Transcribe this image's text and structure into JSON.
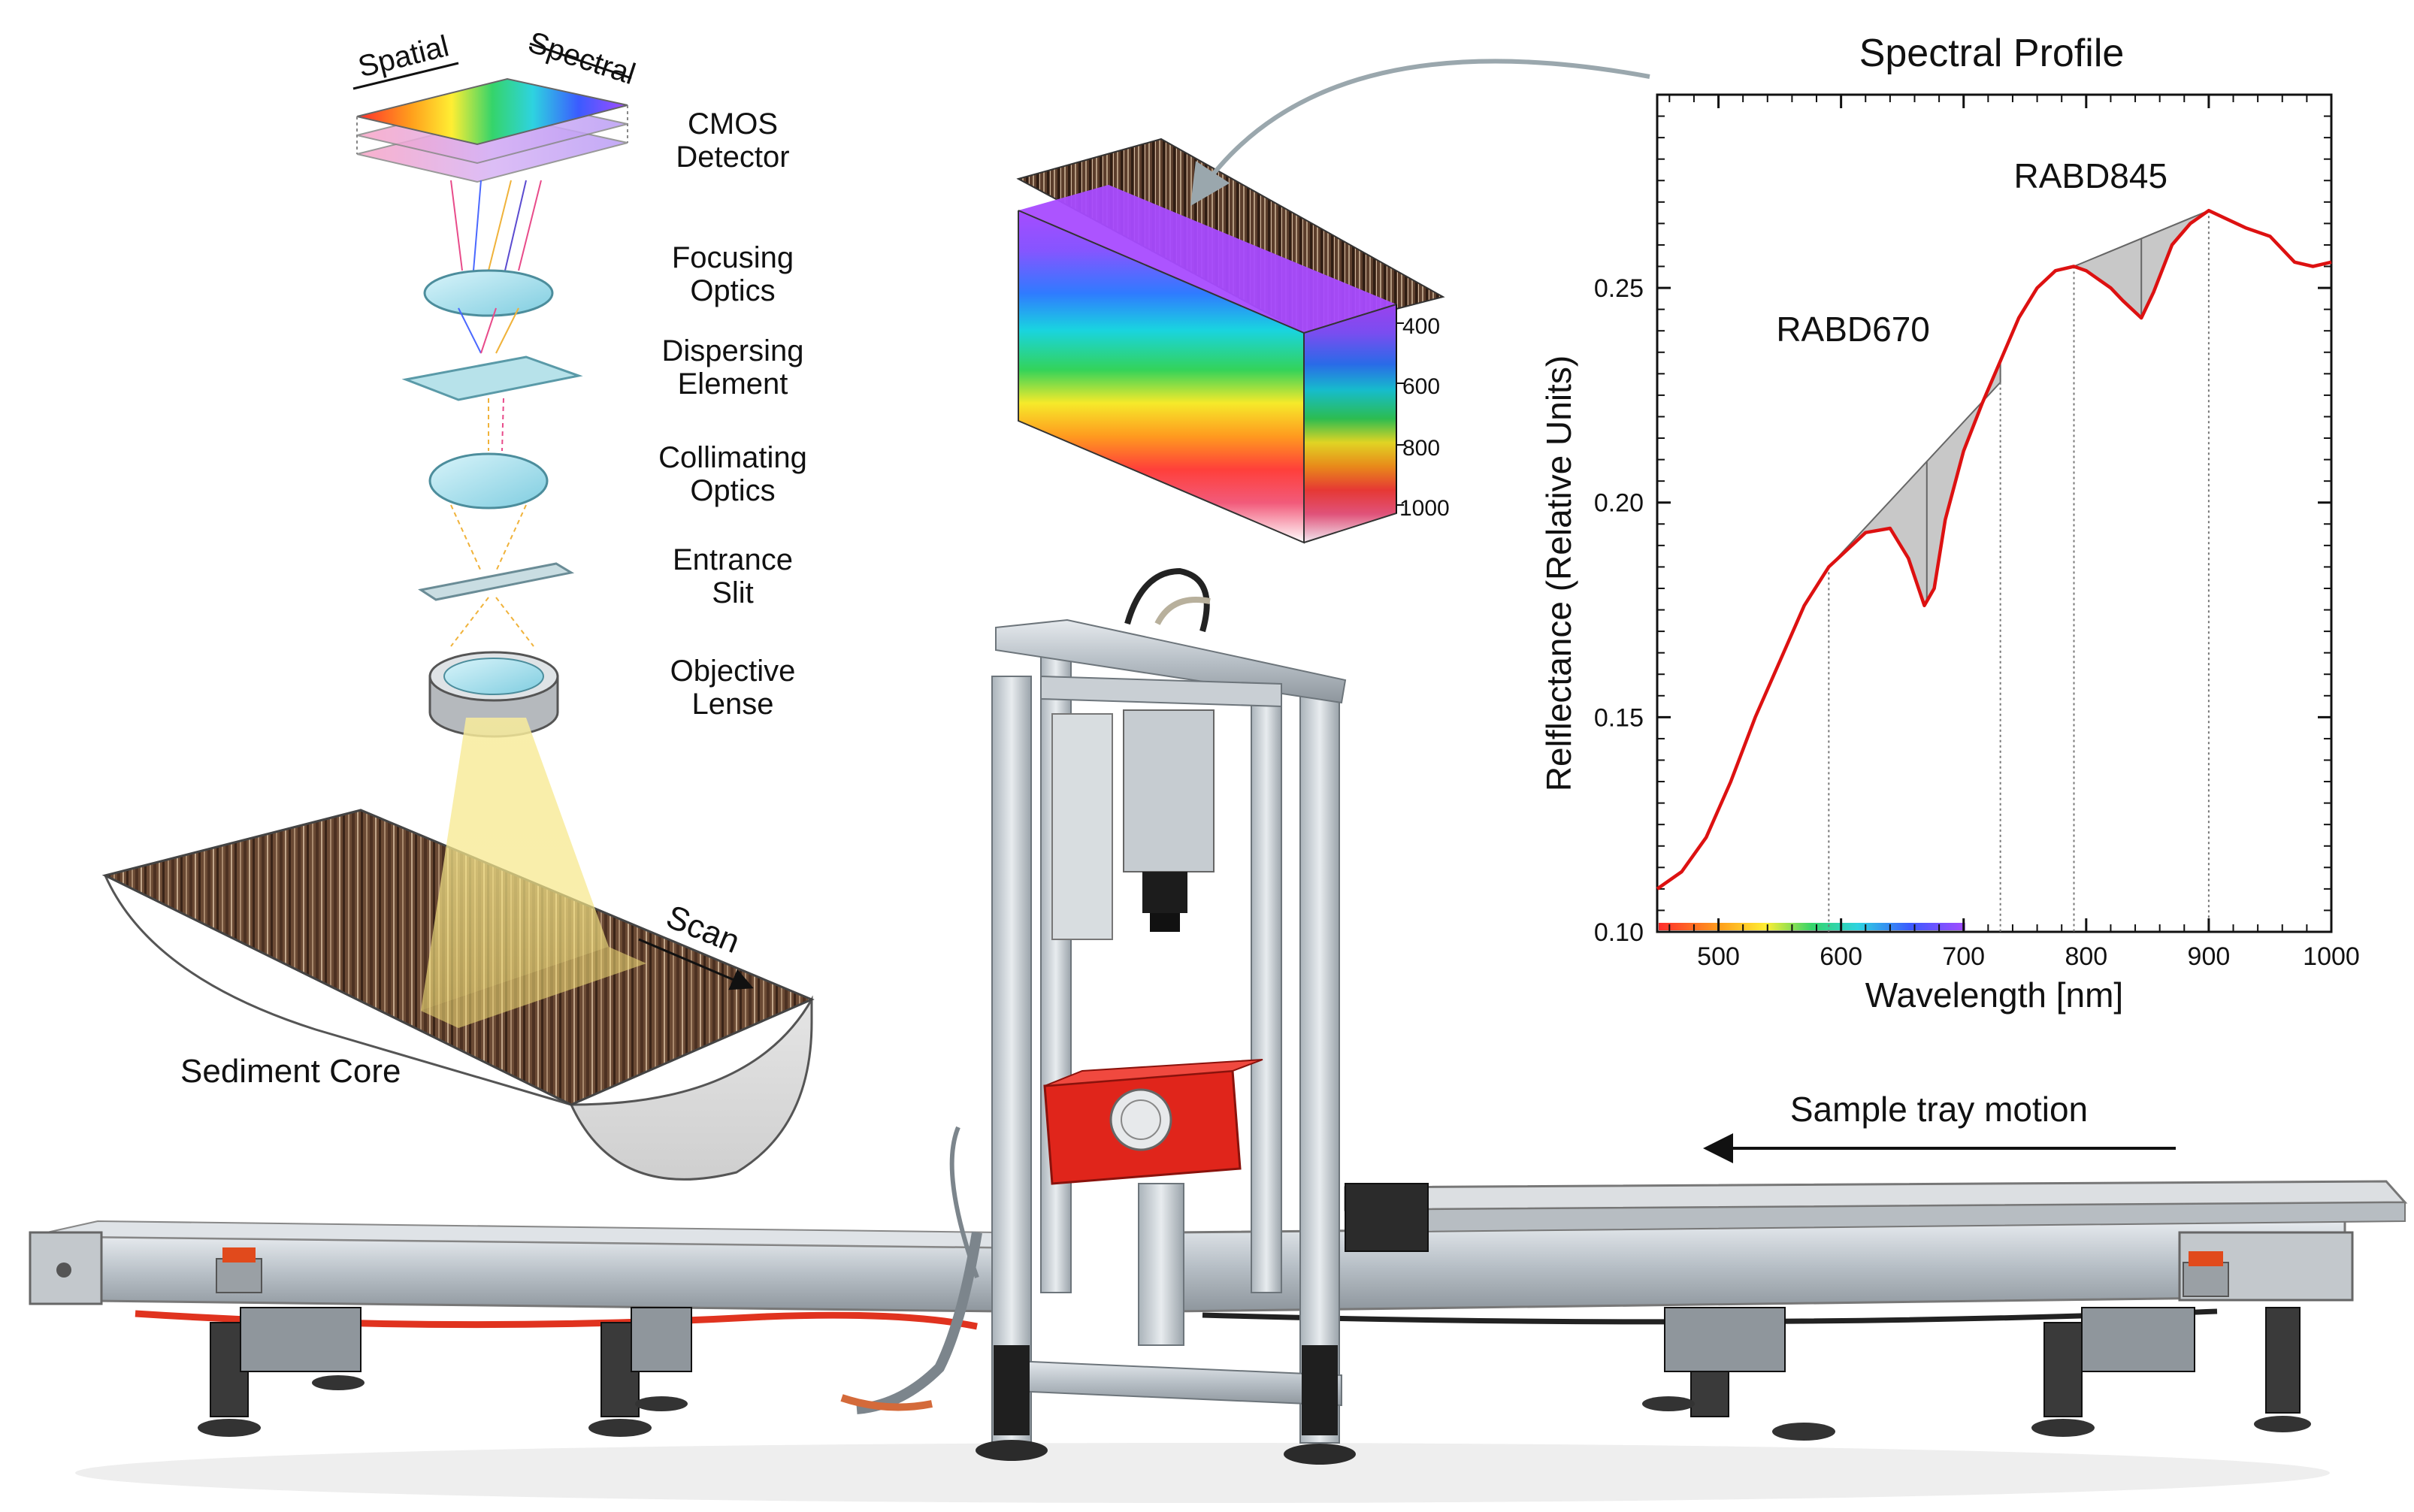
{
  "colors": {
    "profile_line": "#dd1111",
    "rabd_fill": "#c8c8c8",
    "frame_metal": "#b9c1c8",
    "scanner_red": "#e0251b",
    "wood_dark": "#5a3a28",
    "beam_yellow": "#f7e98a",
    "lens_cyan": "#9fdbe8"
  },
  "optics": {
    "spatial_label": "Spatial",
    "spectral_label": "Spectral",
    "components": [
      {
        "line1": "CMOS",
        "line2": "Detector"
      },
      {
        "line1": "Focusing",
        "line2": "Optics"
      },
      {
        "line1": "Dispersing",
        "line2": "Element"
      },
      {
        "line1": "Collimating",
        "line2": "Optics"
      },
      {
        "line1": "Entrance",
        "line2": "Slit"
      },
      {
        "line1": "Objective",
        "line2": "Lense"
      }
    ],
    "core_label": "Sediment Core",
    "scan_label": "Scan"
  },
  "cube": {
    "ticks": [
      "400",
      "600",
      "800",
      "1000"
    ]
  },
  "rig": {
    "motion_label": "Sample tray motion"
  },
  "chart_data": {
    "type": "line",
    "title": "Spectral Profile",
    "xlabel": "Wavelength [nm]",
    "ylabel": "Relflectance (Relative Units)",
    "xlim": [
      450,
      1000
    ],
    "ylim": [
      0.1,
      0.295
    ],
    "x_ticks": [
      500,
      600,
      700,
      800,
      900,
      1000
    ],
    "y_ticks": [
      0.1,
      0.15,
      0.2,
      0.25
    ],
    "y_tick_labels": [
      "0.10",
      "0.15",
      "0.20",
      "0.25"
    ],
    "series": [
      {
        "x": [
          450,
          470,
          490,
          510,
          530,
          550,
          570,
          590,
          605,
          620,
          640,
          655,
          668,
          676,
          685,
          700,
          715,
          730,
          745,
          760,
          775,
          790,
          800,
          810,
          820,
          830,
          845,
          855,
          870,
          885,
          900,
          915,
          930,
          950,
          970,
          985,
          1000
        ],
        "y": [
          0.11,
          0.114,
          0.122,
          0.135,
          0.15,
          0.163,
          0.176,
          0.185,
          0.189,
          0.193,
          0.194,
          0.187,
          0.176,
          0.18,
          0.196,
          0.212,
          0.223,
          0.233,
          0.243,
          0.25,
          0.254,
          0.255,
          0.254,
          0.252,
          0.25,
          0.247,
          0.243,
          0.249,
          0.26,
          0.265,
          0.268,
          0.266,
          0.264,
          0.262,
          0.256,
          0.255,
          0.256
        ]
      }
    ],
    "annotations": [
      {
        "label": "RABD670",
        "x_start": 590,
        "x_min": 670,
        "x_end": 730,
        "y_start": 0.185,
        "y_end": 0.228
      },
      {
        "label": "RABD845",
        "x_start": 790,
        "x_min": 845,
        "x_end": 900,
        "y_start": 0.255,
        "y_end": 0.268
      }
    ],
    "colorbar": "spectrum",
    "grid": false
  }
}
